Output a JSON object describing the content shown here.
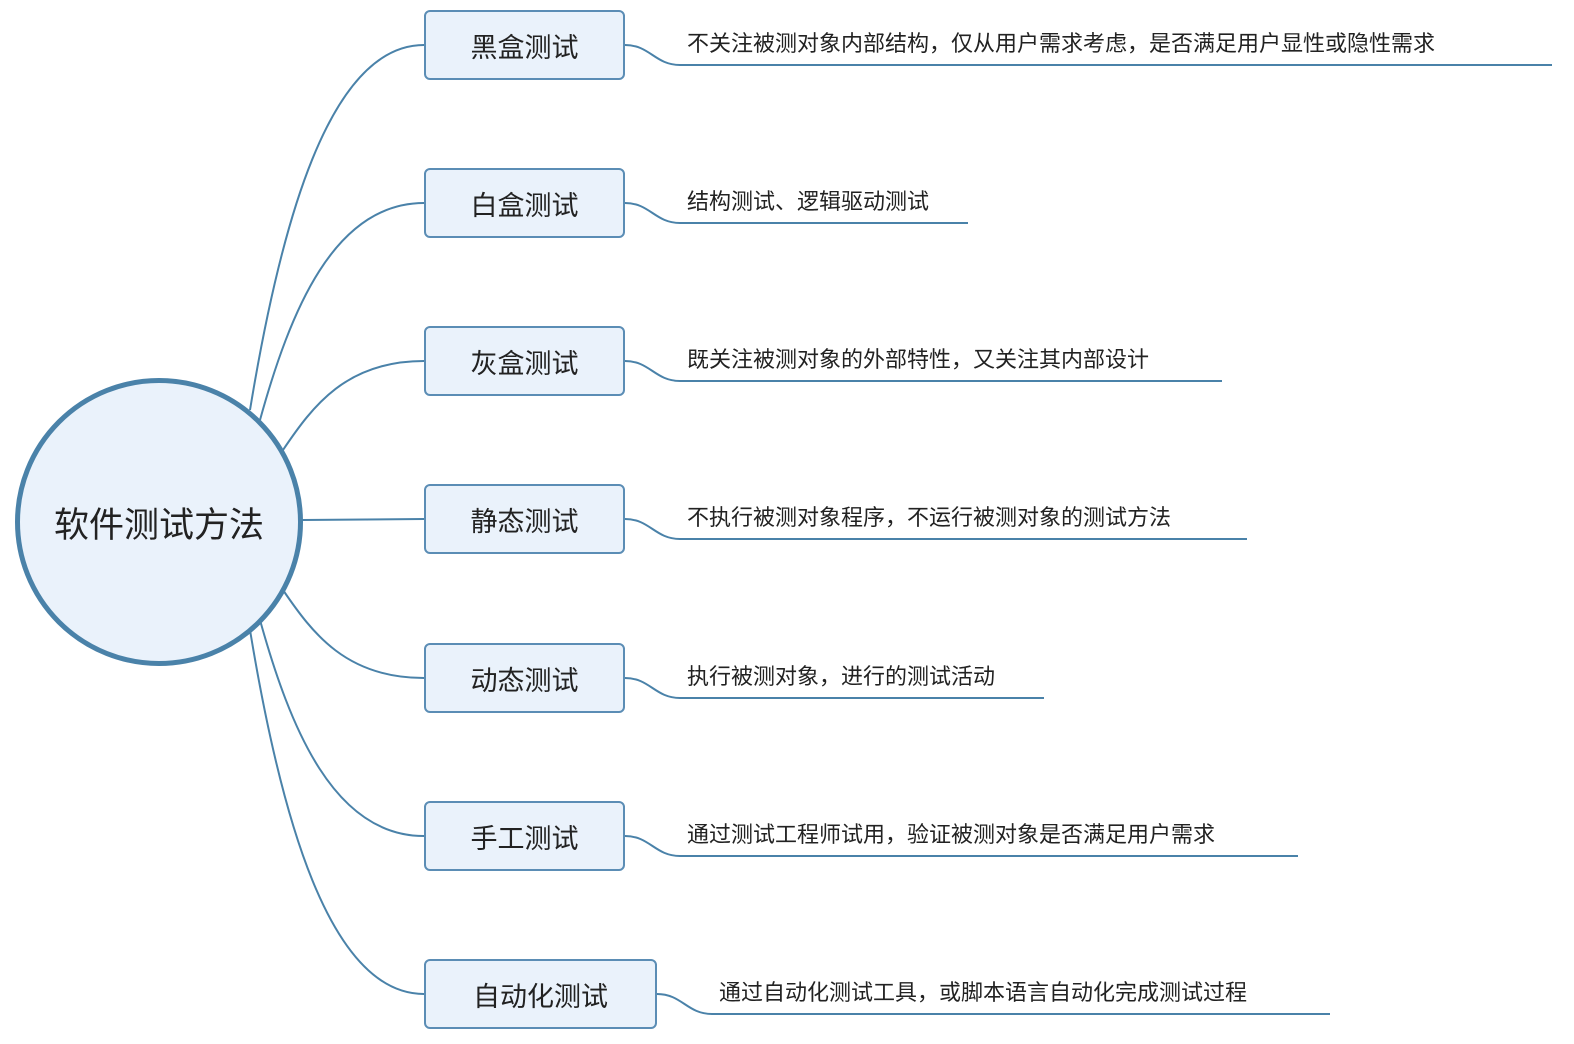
{
  "center": {
    "label": "软件测试方法"
  },
  "branches": [
    {
      "label": "黑盒测试",
      "desc": "不关注被测对象内部结构，仅从用户需求考虑，是否满足用户显性或隐性需求"
    },
    {
      "label": "白盒测试",
      "desc": "结构测试、逻辑驱动测试"
    },
    {
      "label": "灰盒测试",
      "desc": "既关注被测对象的外部特性，又关注其内部设计"
    },
    {
      "label": "静态测试",
      "desc": "不执行被测对象程序，不运行被测对象的测试方法"
    },
    {
      "label": "动态测试",
      "desc": "执行被测对象，进行的测试活动"
    },
    {
      "label": "手工测试",
      "desc": "通过测试工程师试用，验证被测对象是否满足用户需求"
    },
    {
      "label": "自动化测试",
      "desc": "通过自动化测试工具，或脚本语言自动化完成测试过程"
    }
  ],
  "colors": {
    "line": "#4a82a9",
    "node_fill": "#eaf2fb",
    "node_border": "#5b8db5"
  }
}
